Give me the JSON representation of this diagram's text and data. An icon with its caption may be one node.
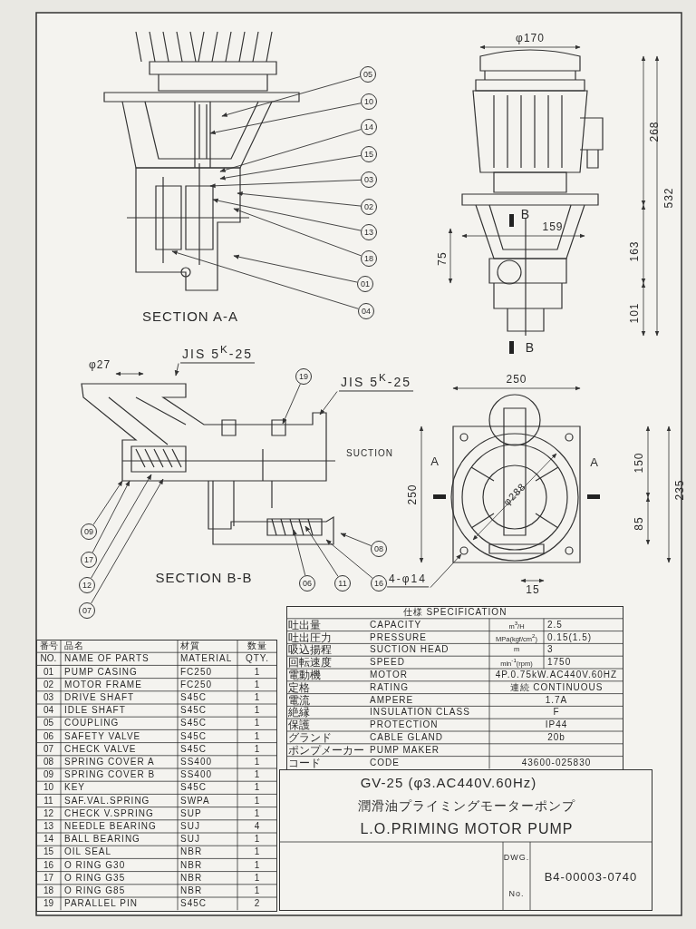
{
  "diagram": {
    "nodes": [
      {
        "text": [
          "05"
        ]
      },
      {
        "text": [
          "10"
        ]
      },
      {
        "text": [
          "14"
        ]
      },
      {
        "text": [
          "15"
        ]
      },
      {
        "text": [
          "03"
        ]
      },
      {
        "text": [
          "02"
        ]
      },
      {
        "text": [
          "13"
        ]
      },
      {
        "text": [
          "18"
        ]
      },
      {
        "text": [
          "01"
        ]
      },
      {
        "text": [
          "04"
        ]
      },
      {
        "text": [
          "JIS 5$^{K}$-25"
        ]
      },
      {
        "text": [
          "19"
        ]
      },
      {
        "text": [
          "JIS 5$^{K}$-25"
        ]
      },
      {
        "text": [
          "09"
        ]
      },
      {
        "text": [
          "17"
        ]
      },
      {
        "text": [
          "12"
        ]
      },
      {
        "text": [
          "07"
        ]
      },
      {
        "text": [
          "06"
        ]
      },
      {
        "text": [
          "11"
        ]
      },
      {
        "text": [
          "16"
        ]
      },
      {
        "text": [
          "08"
        ]
      },
      {
        "text": [
          "4-φ14"
        ]
      },
      {
        "text": [],
        "shape": "picture"
      }
    ],
    "edges": [
      {
        "from": 0,
        "to": null,
        "arrow": "to"
      },
      {
        "from": 1,
        "to": null,
        "arrow": "to"
      },
      {
        "from": 2,
        "to": null,
        "arrow": "to"
      },
      {
        "from": 3,
        "to": null,
        "arrow": "to"
      },
      {
        "from": 4,
        "to": null,
        "arrow": "to"
      },
      {
        "from": 5,
        "to": null,
        "arrow": "to"
      },
      {
        "from": 6,
        "to": null,
        "arrow": "to"
      },
      {
        "from": 7,
        "to": null,
        "arrow": "to"
      },
      {
        "from": 8,
        "to": null,
        "arrow": "to"
      },
      {
        "from": 9,
        "to": null,
        "arrow": "to"
      },
      {
        "from": 10,
        "to": 22,
        "arrow": "to"
      },
      {
        "from": 11,
        "to": 22,
        "arrow": "to"
      },
      {
        "from": 12,
        "to": 22,
        "arrow": "to"
      },
      {
        "from": 13,
        "to": 22,
        "arrow": "to"
      },
      {
        "from": 14,
        "to": 22,
        "arrow": "to"
      },
      {
        "from": 15,
        "to": 22,
        "arrow": "to"
      },
      {
        "from": 16,
        "to": 22,
        "arrow": "to"
      },
      {
        "from": 17,
        "to": 22,
        "arrow": "to"
      },
      {
        "from": 18,
        "to": 22,
        "arrow": "to"
      },
      {
        "from": 19,
        "to": 22,
        "arrow": "to"
      },
      {
        "from": 20,
        "to": 22,
        "arrow": "to"
      },
      {
        "from": 21,
        "to": null,
        "arrow": "to"
      }
    ],
    "labels": [
      "φ170",
      "268",
      "532",
      "B",
      "159",
      "75",
      "163",
      "101",
      "SECTION A-A",
      "B",
      "φ27",
      "250",
      "SUCTION",
      "A",
      "A",
      "250",
      "150",
      "235",
      "85",
      "φ288",
      "SECTION B-B",
      "15",
      "番号",
      "品名",
      "材質",
      "数量",
      "NO.",
      "NAME OF PARTS",
      "MATERIAL",
      "QTY.",
      "01",
      "PUMP CASING",
      "FC250",
      "1",
      "02",
      "MOTOR FRAME",
      "FC250",
      "1",
      "03",
      "DRIVE SHAFT",
      "S45C",
      "1",
      "04",
      "IDLE SHAFT",
      "S45C",
      "1",
      "05",
      "COUPLING",
      "S45C",
      "1",
      "06",
      "SAFETY VALVE",
      "S45C",
      "1",
      "07",
      "CHECK VALVE",
      "S45C",
      "1",
      "08",
      "SPRING COVER A",
      "SS400",
      "1",
      "09",
      "SPRING COVER B",
      "SS400",
      "1",
      "10",
      "KEY",
      "S45C",
      "1",
      "11",
      "SAF.VAL.SPRING",
      "SWPA",
      "1",
      "12",
      "CHECK V.SPRING",
      "SUP",
      "1",
      "13",
      "NEEDLE BEARING",
      "SUJ",
      "4",
      "14",
      "BALL BEARING",
      "SUJ",
      "1",
      "15",
      "OIL SEAL",
      "NBR",
      "1",
      "16",
      "O RING G30",
      "NBR",
      "1",
      "17",
      "O RING G35",
      "NBR",
      "1",
      "18",
      "O RING G85",
      "NBR",
      "1",
      "19",
      "PARALLEL PIN",
      "S45C",
      "2",
      "仕様 SPECIFICATION",
      "吐出量",
      "CAPACITY",
      "m$^{3}$/H",
      "2.5",
      "吐出圧力",
      "PRESSURE",
      "MPa(kgf/cm$^{2}$)",
      "0.15(1.5)",
      "吸込揚程",
      "SUCTION HEAD",
      "m",
      "3",
      "回転速度",
      "SPEED",
      "min$^{-1}$(rpm)",
      "1750",
      "電動機",
      "MOTOR",
      "4P.0.75kW.AC440V.60HZ",
      "定格",
      "RATING",
      "連続 CONTINUOUS",
      "電流",
      "AMPERE",
      "1.7A",
      "絶縁",
      "INSULATION CLASS",
      "F",
      "保護",
      "PROTECTION",
      "IP44",
      "グランド",
      "CABLE GLAND",
      "20b",
      "ポンプメーカー",
      "PUMP MAKER",
      "コード",
      "CODE",
      "43600-025830",
      "GV-25 (φ3.AC440V.60Hz)",
      "潤滑油プライミングモーターポンプ",
      "L.O.PRIMING MOTOR PUMP",
      "DWG.",
      "No.",
      "B4-00003-0740"
    ]
  }
}
